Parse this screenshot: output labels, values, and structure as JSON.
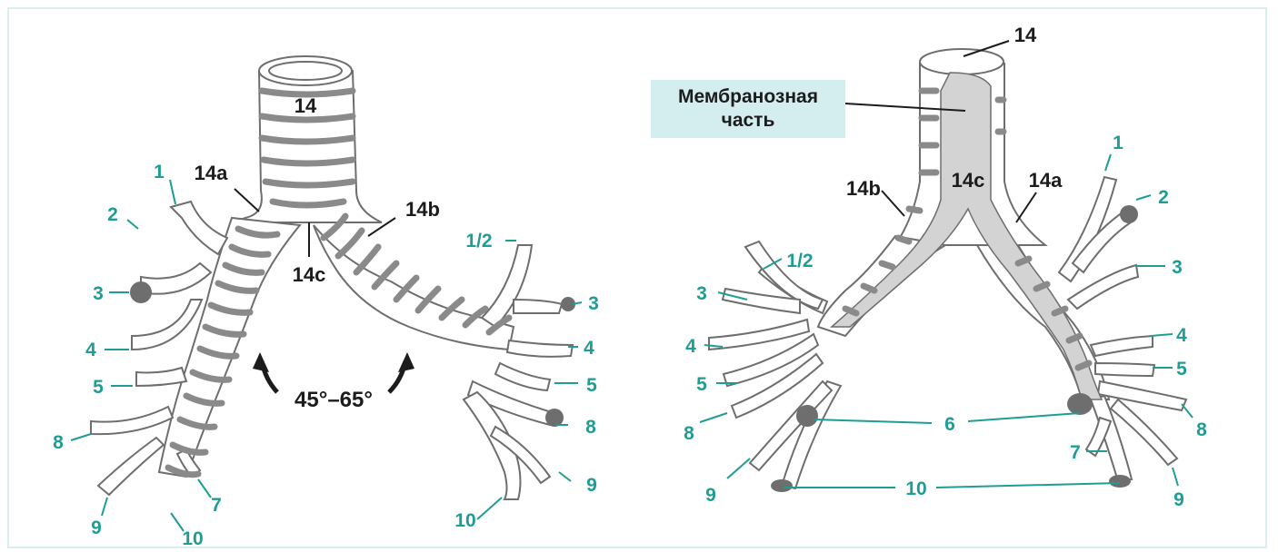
{
  "left_figure": {
    "trachea_label": "14",
    "right_main_label": "14a",
    "left_main_label": "14b",
    "carina_label": "14c",
    "angle_label": "45°–65°",
    "right_segments": [
      "1",
      "2",
      "3",
      "4",
      "5",
      "8",
      "9",
      "10",
      "7"
    ],
    "left_segments": [
      "1/2",
      "3",
      "4",
      "5",
      "8",
      "9",
      "10"
    ]
  },
  "right_figure": {
    "trachea_label": "14",
    "callout_line1": "Мембранозная",
    "callout_line2": "часть",
    "left_main_label": "14b",
    "carina_label": "14c",
    "right_main_label": "14a",
    "left_segments": [
      "1/2",
      "3",
      "4",
      "5",
      "8",
      "9"
    ],
    "right_segments": [
      "1",
      "2",
      "3",
      "4",
      "5",
      "8",
      "7",
      "9"
    ],
    "shared_labels": [
      "6",
      "10"
    ]
  },
  "colors": {
    "cartilage": "#8a8a8a",
    "outline": "#6e6e6e",
    "membrane": "#d3d3d3",
    "teal": "#1f9d95",
    "callout_bg": "#d4eef0",
    "frame": "#d9eeef"
  }
}
